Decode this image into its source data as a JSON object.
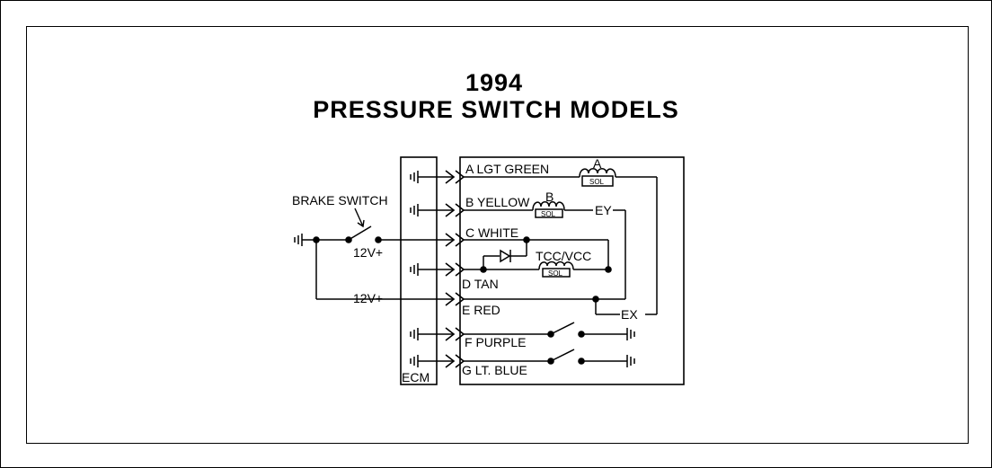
{
  "title": {
    "year": "1994",
    "subtitle": "PRESSURE SWITCH MODELS"
  },
  "diagram": {
    "brake_switch_label": "BRAKE SWITCH",
    "voltage_label_1": "12V+",
    "voltage_label_2": "12V+",
    "ecm_label": "ECM",
    "circuits": {
      "a": "A LGT GREEN",
      "b": "B YELLOW",
      "c": "C WHITE",
      "d": "D TAN",
      "e": "E  RED",
      "f": "F PURPLE",
      "g": "G LT. BLUE"
    },
    "solenoid_a_letter": "A",
    "solenoid_b_letter": "B",
    "sol_text": "SOL",
    "tcc_label": "TCC/VCC",
    "ey_label": "EY",
    "ex_label": "EX"
  }
}
